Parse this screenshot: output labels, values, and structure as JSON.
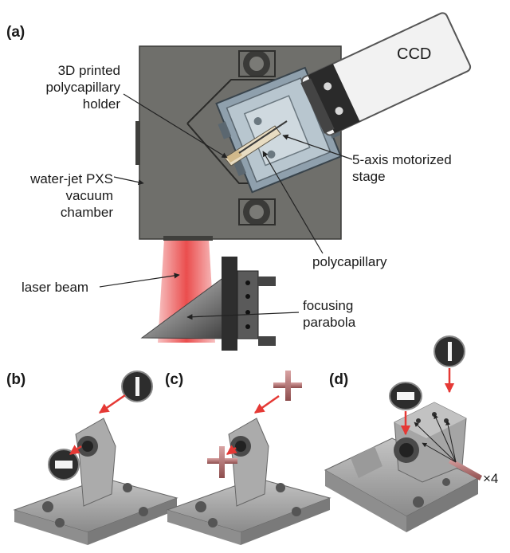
{
  "panels": {
    "a": "(a)",
    "b": "(b)",
    "c": "(c)",
    "d": "(d)"
  },
  "labels": {
    "holder": "3D printed\npolycapillary\nholder",
    "chamber": "water-jet PXS\nvacuum\nchamber",
    "laser": "laser beam",
    "ccd": "CCD",
    "stage": "5-axis motorized\nstage",
    "polycapillary": "polycapillary",
    "parabola": "focusing\nparabola",
    "multiplier": "×4"
  },
  "colors": {
    "chamber": "#6f6f6b",
    "chamber_dark": "#3f3f3c",
    "stage": "#8fa0ad",
    "laser": "#e83a3a",
    "arrow": "#e53935",
    "part": "#a9a9a9",
    "part_dark": "#7d7d7d",
    "rod": "#b46f6f"
  },
  "icons": {
    "ccd": "ccd-camera-icon",
    "iris": "iris-disk-icon",
    "slit": "slit-disk-icon",
    "cross": "crosshair-icon"
  }
}
